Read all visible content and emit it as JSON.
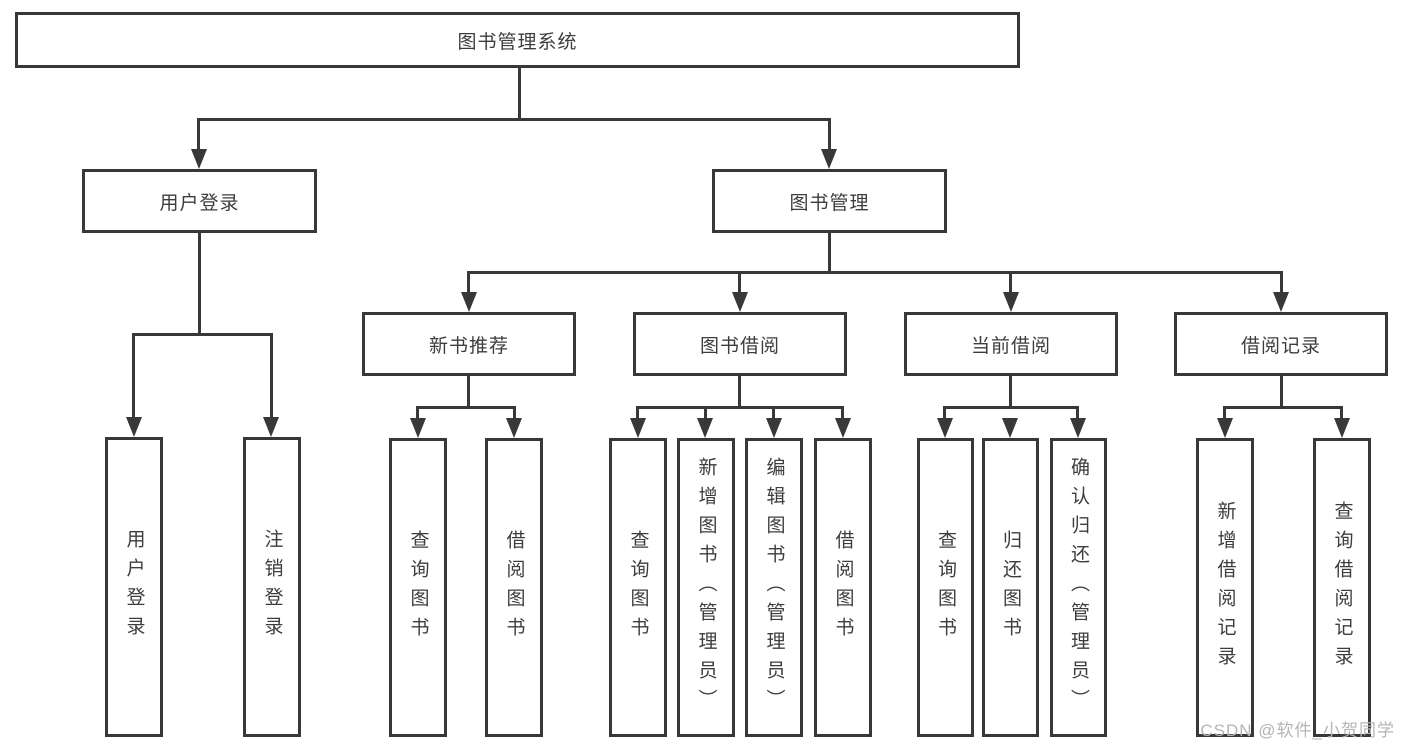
{
  "title": "图书管理系统",
  "nodes": {
    "root": {
      "label": "图书管理系统"
    },
    "user_login": {
      "label": "用户登录",
      "children": [
        "用户登录",
        "注销登录"
      ]
    },
    "book_management": {
      "label": "图书管理"
    },
    "new_books": {
      "label": "新书推荐",
      "children": [
        "查询图书",
        "借阅图书"
      ]
    },
    "borrowing": {
      "label": "图书借阅",
      "children": [
        "查询图书",
        "新增图书（管理员）",
        "编辑图书（管理员）",
        "借阅图书"
      ]
    },
    "current": {
      "label": "当前借阅",
      "children": [
        "查询图书",
        "归还图书",
        "确认归还（管理员）"
      ]
    },
    "records": {
      "label": "借阅记录",
      "children": [
        "新增借阅记录",
        "查询借阅记录"
      ]
    }
  },
  "watermark": {
    "text": "CSDN @软件_小贺同学"
  },
  "colors": {
    "line": "#383838",
    "text": "#3d3d3d",
    "watermark": "#b5b5b5",
    "background": "#ffffff"
  }
}
